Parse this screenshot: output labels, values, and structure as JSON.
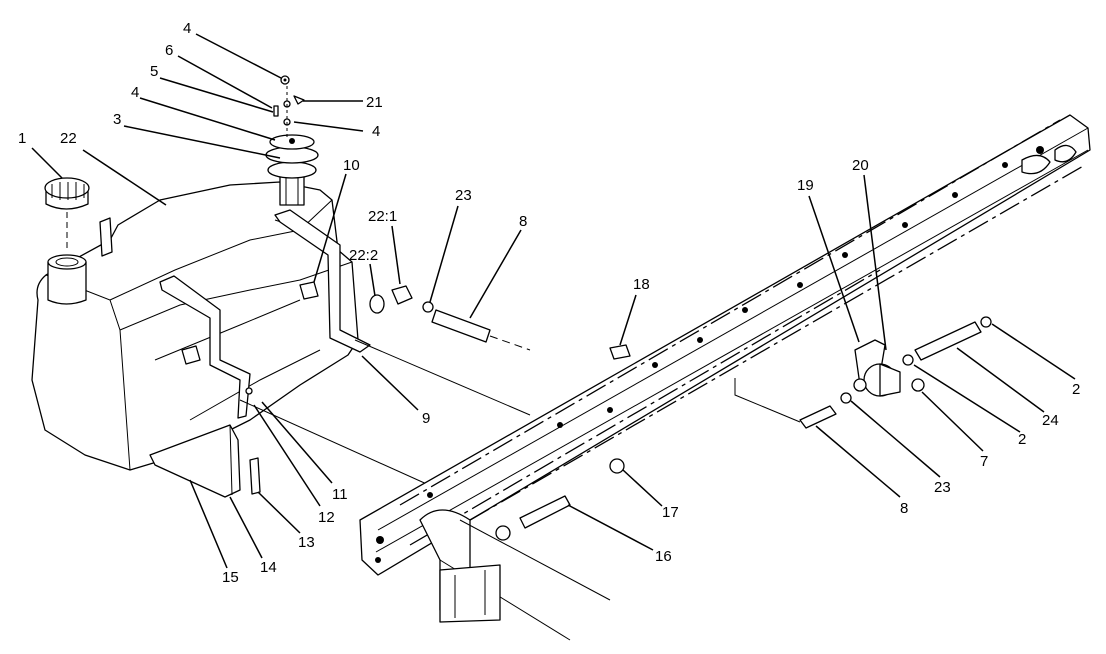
{
  "callouts": {
    "c1": "1",
    "c2": "2",
    "c2b": "2",
    "c3": "3",
    "c4a": "4",
    "c4b": "4",
    "c4c": "4",
    "c5": "5",
    "c6": "6",
    "c7": "7",
    "c8a": "8",
    "c8b": "8",
    "c9": "9",
    "c10": "10",
    "c11": "11",
    "c12": "12",
    "c13": "13",
    "c14": "14",
    "c15": "15",
    "c16": "16",
    "c17": "17",
    "c18": "18",
    "c19": "19",
    "c20": "20",
    "c21": "21",
    "c22": "22",
    "c22_1": "22:1",
    "c22_2": "22:2",
    "c23a": "23",
    "c23b": "23",
    "c24": "24"
  }
}
